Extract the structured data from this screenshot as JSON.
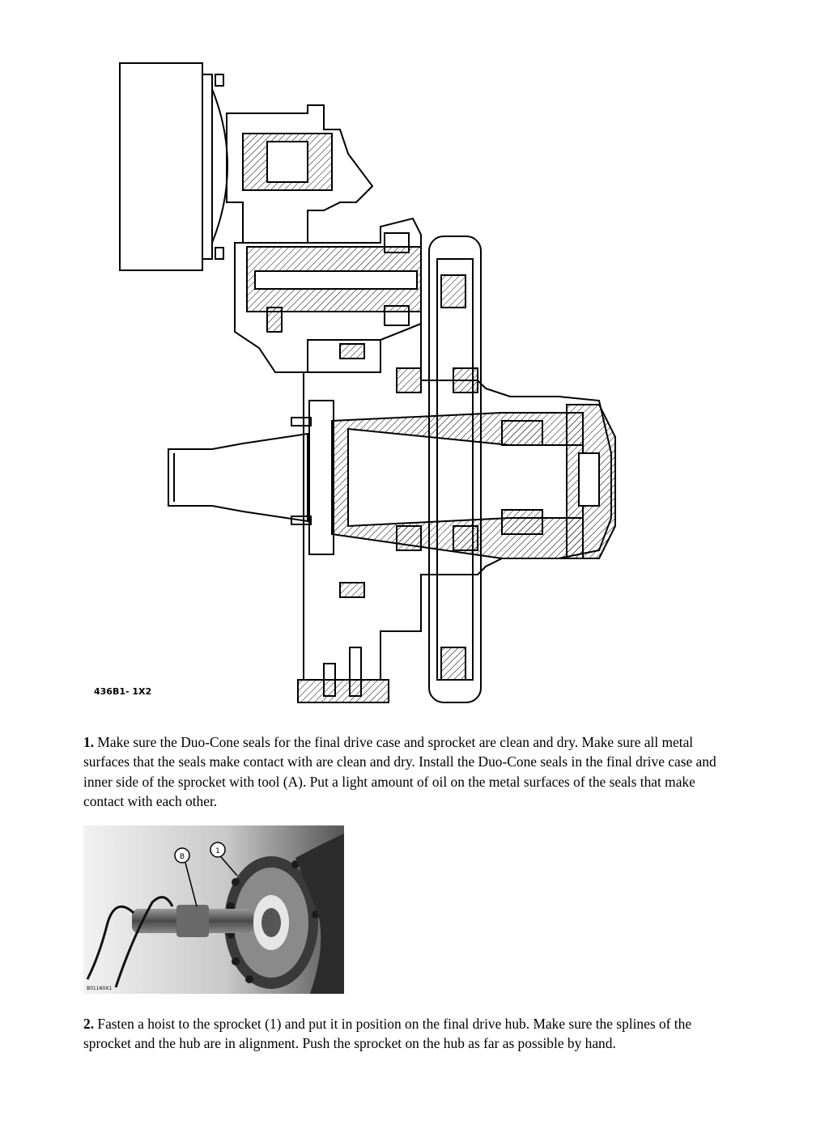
{
  "figure1": {
    "caption": "436B1- 1X2"
  },
  "step1": {
    "number": "1.",
    "text": " Make sure the Duo-Cone seals for the final drive case and sprocket are clean and dry. Make sure all metal surfaces that the seals make contact with are clean and dry. Install the Duo-Cone seals in the final drive case and inner side of the sprocket with tool (A). Put a light amount of oil on the metal surfaces of the seals that make contact with each other."
  },
  "figure2": {
    "callout_b": "B",
    "callout_1": "1",
    "code": "B01160X1"
  },
  "step2": {
    "number": "2.",
    "text": " Fasten a hoist to the sprocket (1) and put it in position on the final drive hub. Make sure the splines of the sprocket and the hub are in alignment. Push the sprocket on the hub as far as possible by hand."
  }
}
